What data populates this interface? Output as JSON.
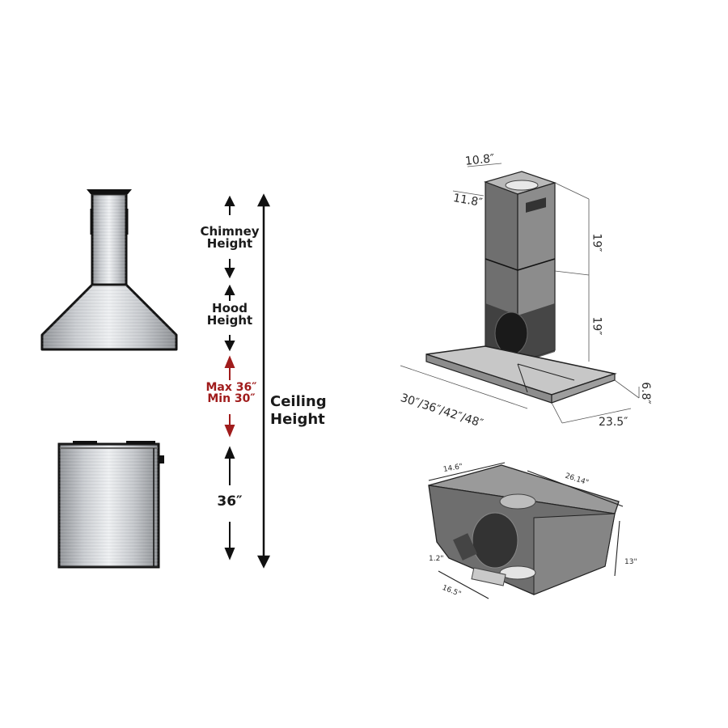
{
  "install_diagram": {
    "labels": {
      "chimney_height": [
        "Chimney",
        "Height"
      ],
      "hood_height": [
        "Hood",
        "Height"
      ],
      "clearance": [
        "Max 36″",
        "Min 30″"
      ],
      "counter_height": "36″",
      "ceiling_height": [
        "Ceiling",
        "Height"
      ]
    },
    "colors": {
      "arrow": "#111111",
      "clearance": "#a01c1c"
    }
  },
  "hood_3d": {
    "dimensions": {
      "chimney_width": "10.8″",
      "chimney_depth": "11.8″",
      "upper_chimney": "19″",
      "lower_chimney": "19″",
      "hood_widths": "30″/36″/42″/48″",
      "hood_depth": "23.5″",
      "hood_thickness": "6.8″"
    }
  },
  "blower_3d": {
    "dimensions": {
      "top_depth": "14.6\"",
      "length": "26.14\"",
      "height": "13\"",
      "bottom_depth": "16.5\"",
      "bracket": "1.2\""
    }
  }
}
